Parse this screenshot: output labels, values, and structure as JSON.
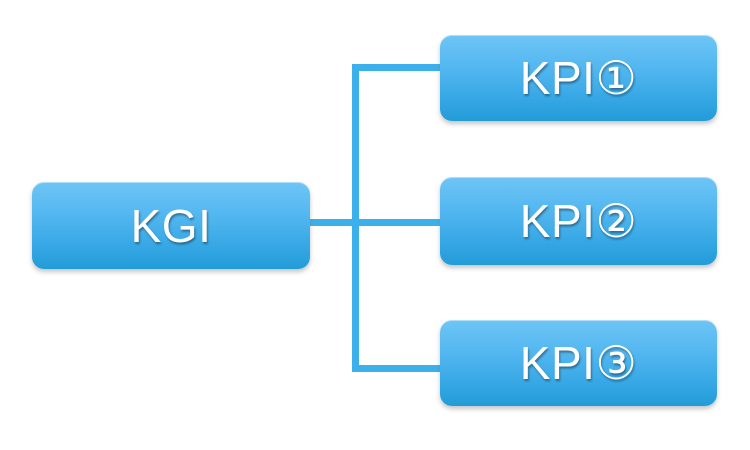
{
  "diagram": {
    "type": "tree-hierarchy",
    "orientation": "left-to-right",
    "background_color": "#ffffff",
    "accent_color": "#3CB0EA",
    "node_gradient_top": "#6EC5F5",
    "node_gradient_bottom": "#229CD8",
    "node_text_color": "#ffffff",
    "root": {
      "id": "kgi",
      "label": "KGI"
    },
    "children": [
      {
        "id": "kpi1",
        "label": "KPI①"
      },
      {
        "id": "kpi2",
        "label": "KPI②"
      },
      {
        "id": "kpi3",
        "label": "KPI③"
      }
    ],
    "connectors": [
      {
        "id": "trunk-vertical",
        "name": "vertical-trunk"
      },
      {
        "id": "branch-top",
        "name": "branch-to-kpi1"
      },
      {
        "id": "branch-middle",
        "name": "branch-to-kpi2"
      },
      {
        "id": "branch-bottom",
        "name": "branch-to-kpi3"
      }
    ]
  }
}
